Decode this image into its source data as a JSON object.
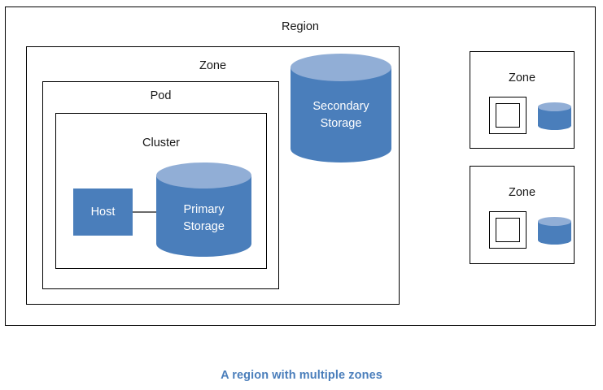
{
  "diagram": {
    "caption": "A region with multiple zones",
    "caption_color": "#4a7ebb",
    "region": {
      "label": "Region",
      "main_zone": {
        "label": "Zone",
        "pod": {
          "label": "Pod",
          "cluster": {
            "label": "Cluster",
            "host": {
              "label": "Host",
              "fill": "#4a7ebb"
            },
            "primary_storage": {
              "label": "Primary\nStorage",
              "body_color": "#4a7ebb",
              "top_color": "#91aed6"
            }
          }
        },
        "secondary_storage": {
          "label": "Secondary\nStorage",
          "body_color": "#4a7ebb",
          "top_color": "#91aed6"
        }
      },
      "other_zones": [
        {
          "label": "Zone"
        },
        {
          "label": "Zone"
        }
      ]
    }
  }
}
